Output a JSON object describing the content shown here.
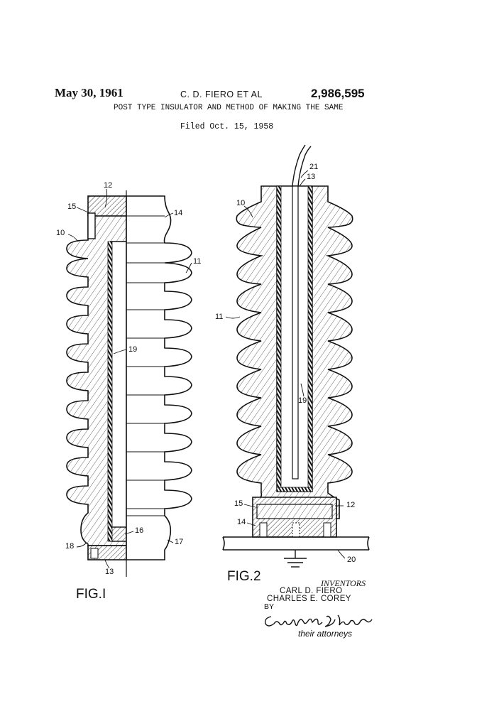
{
  "header": {
    "date": "May 30, 1961",
    "inventor": "C. D. FIERO  ET AL",
    "patent_number": "2,986,595",
    "title": "POST TYPE INSULATOR AND METHOD OF MAKING THE SAME",
    "filed": "Filed Oct. 15, 1958"
  },
  "figures": {
    "fig1_caption": "FIG.I",
    "fig2_caption": "FIG.2",
    "fig1_labels": [
      "12",
      "15",
      "14",
      "10",
      "11",
      "19",
      "16",
      "17",
      "18",
      "13"
    ],
    "fig2_labels": [
      "21",
      "13",
      "10",
      "11",
      "19",
      "15",
      "12",
      "14",
      "20"
    ]
  },
  "inventors_block": {
    "label": "INVENTORS",
    "name1": "CARL  D. FIERO",
    "name2": "CHARLES E. COREY",
    "by": "BY",
    "signature": "Cumpston & Shaw",
    "attorneys": "their attorneys"
  },
  "colors": {
    "ink": "#111111",
    "paper": "#ffffff",
    "hatch": "#555555"
  }
}
